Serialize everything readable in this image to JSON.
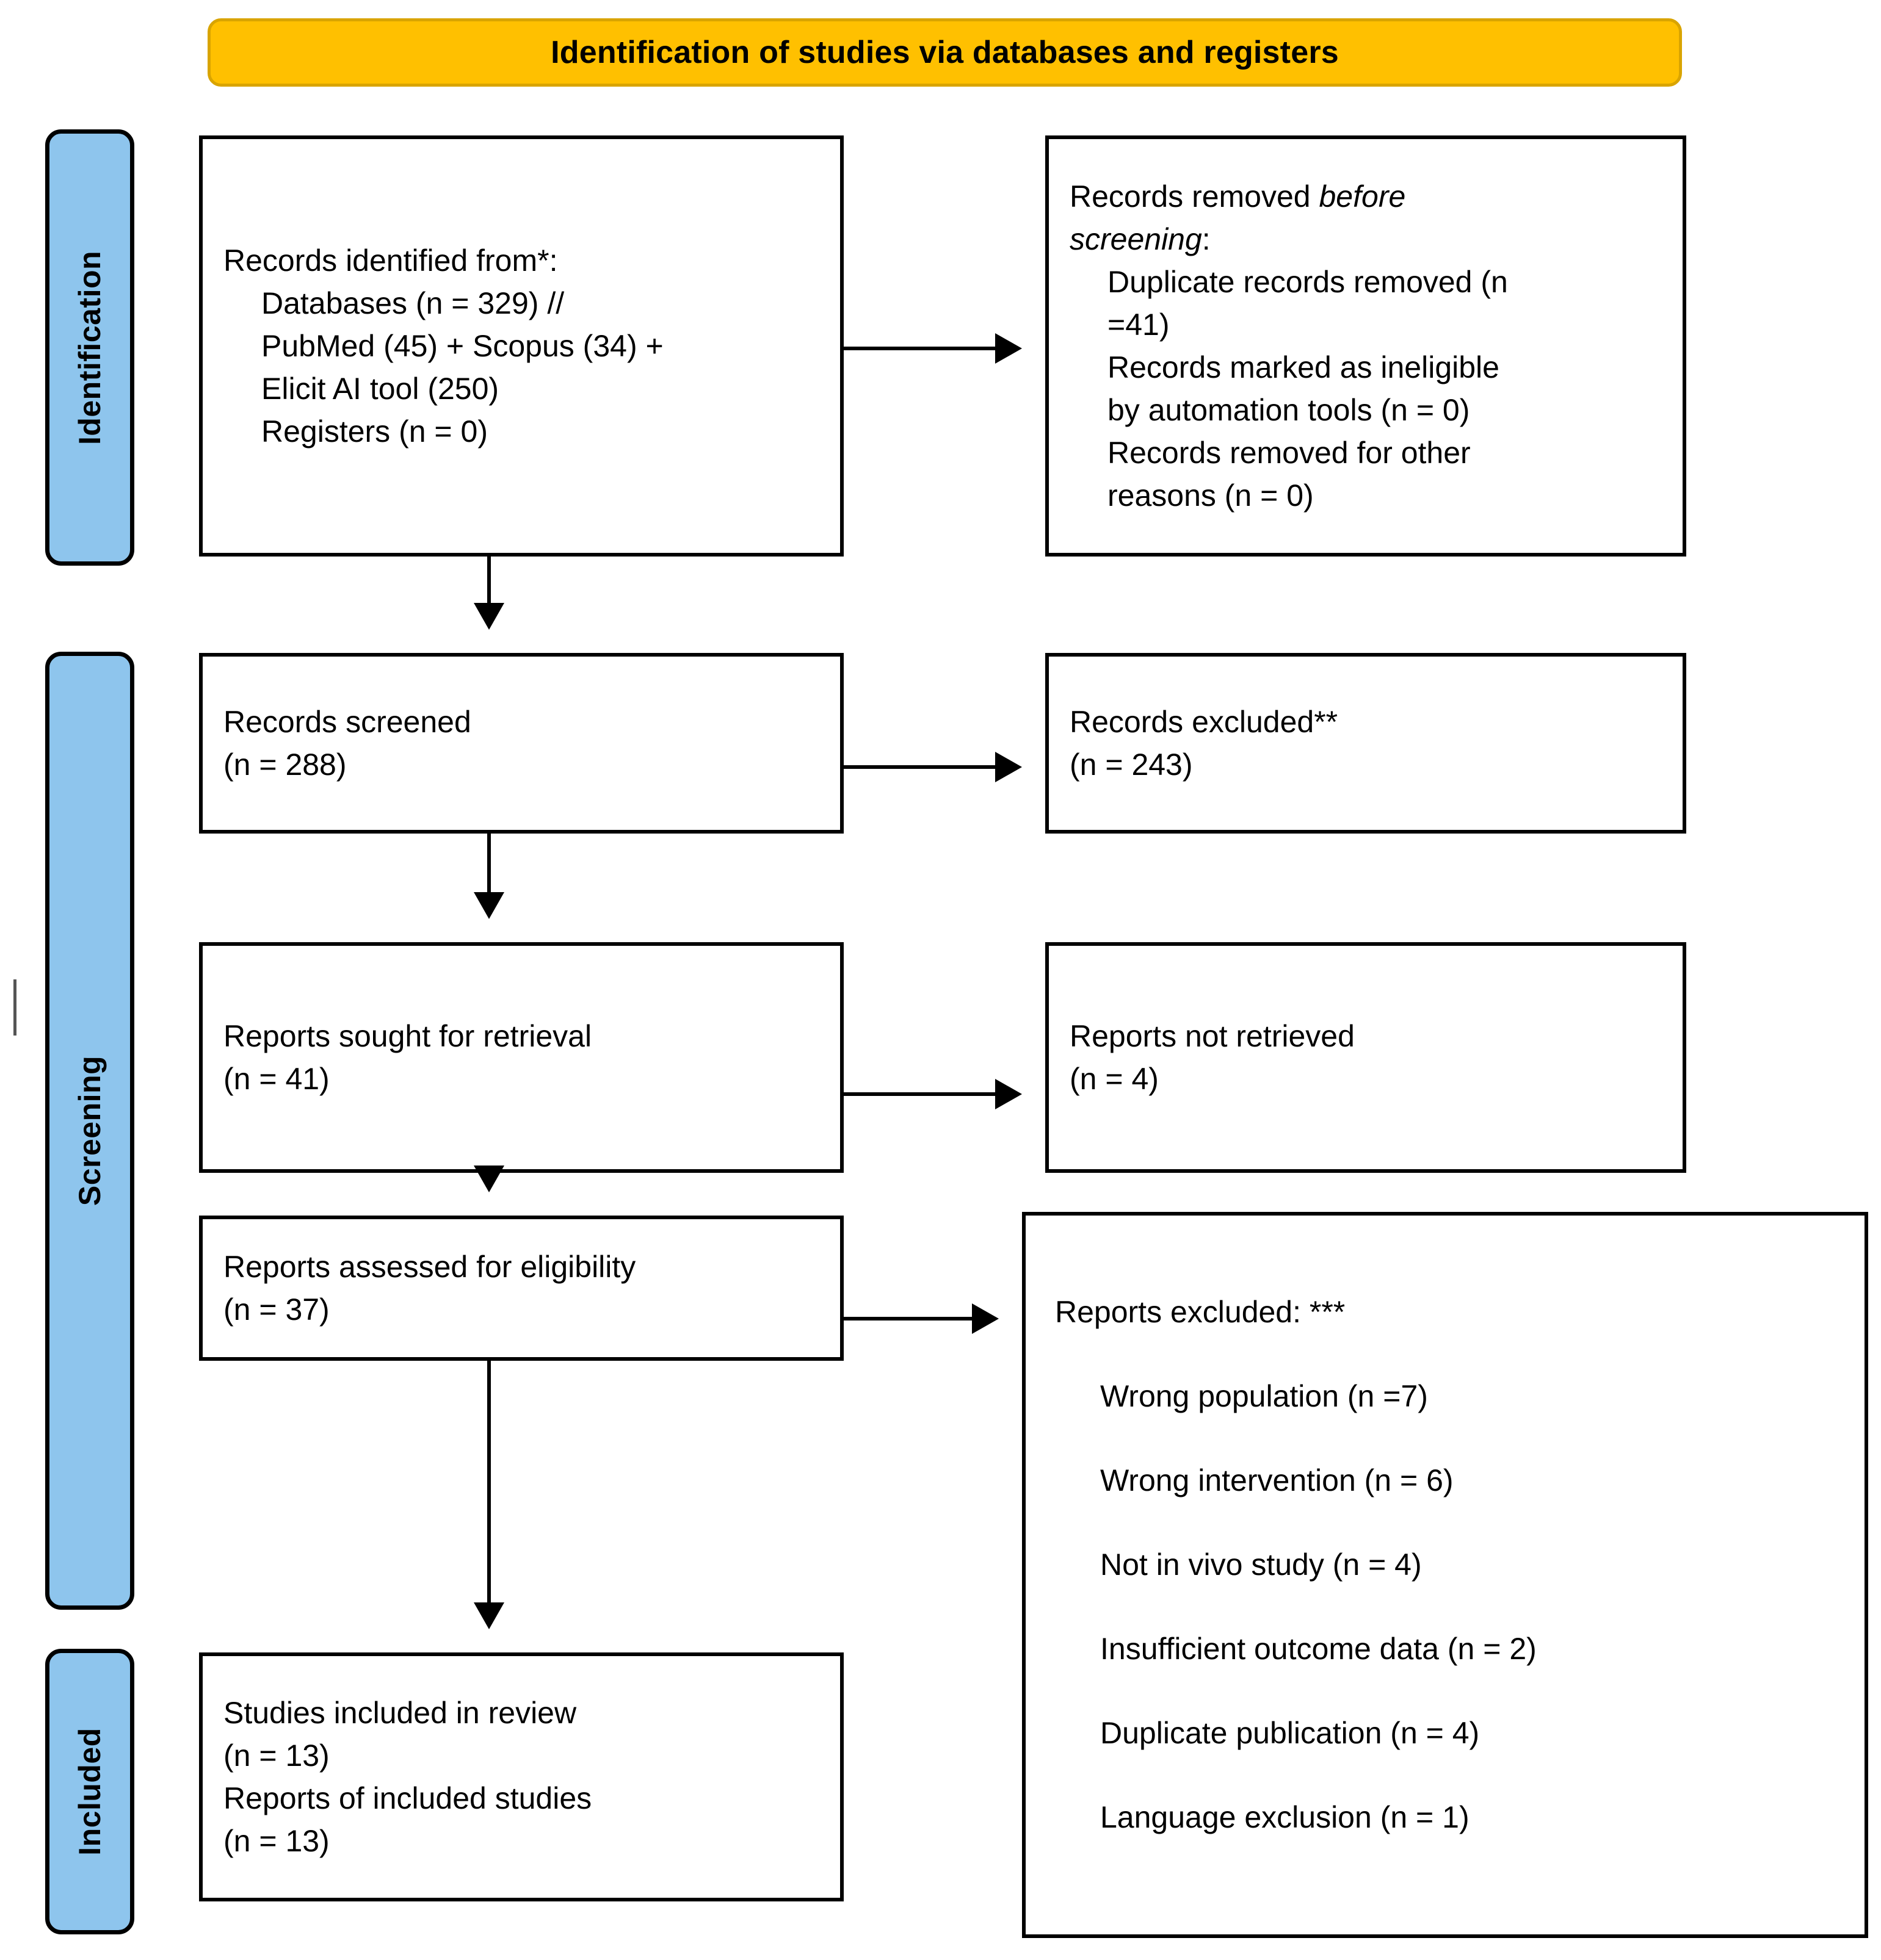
{
  "header": {
    "title": "Identification of studies via databases and registers",
    "background_color": "#FFC000",
    "border_color": "#D9A400"
  },
  "phases": {
    "bar_color": "#8EC5ED",
    "identification": "Identification",
    "screening": "Screening",
    "included": "Included"
  },
  "boxes": {
    "identified": {
      "title": "Records identified from*:",
      "items": [
        "Databases (n = 329) //",
        "PubMed (45) + Scopus (34) +",
        "Elicit AI tool (250)",
        "Registers (n = 0)"
      ]
    },
    "removed_before_screening": {
      "title_prefix": "Records removed ",
      "title_italic": "before",
      "title_italic_2": "screening",
      "title_suffix": ":",
      "items": [
        "Duplicate records removed (n",
        "=41)",
        "Records marked as ineligible",
        "by automation tools (n = 0)",
        "Records removed for other",
        "reasons (n = 0)"
      ]
    },
    "records_screened": {
      "title": "Records screened",
      "count": "(n = 288)"
    },
    "records_excluded": {
      "title": "Records excluded**",
      "count": "(n = 243)"
    },
    "reports_sought": {
      "title": "Reports sought for retrieval",
      "count": "(n = 41)"
    },
    "reports_not_retrieved": {
      "title": "Reports not retrieved",
      "count": "(n = 4)"
    },
    "reports_assessed": {
      "title": "Reports assessed for eligibility",
      "count": "(n = 37)"
    },
    "reports_excluded": {
      "title": "Reports excluded: ***",
      "reasons": [
        "Wrong population (n =7)",
        "Wrong intervention (n = 6)",
        "Not in vivo study (n = 4)",
        "Insufficient outcome data (n = 2)",
        "Duplicate publication (n = 4)",
        "Language exclusion (n = 1)"
      ]
    },
    "studies_included": {
      "line1": "Studies included in review",
      "line2": "(n = 13)",
      "line3": "Reports of included studies",
      "line4": "(n = 13)"
    }
  },
  "chart_data": {
    "type": "diagram",
    "title": "Identification of studies via databases and registers",
    "diagram_kind": "PRISMA 2020 flow diagram",
    "phases": [
      "Identification",
      "Screening",
      "Included"
    ],
    "nodes": [
      {
        "id": "identified",
        "phase": "Identification",
        "label": "Records identified from*",
        "n": 329,
        "breakdown": {
          "Databases": 329,
          "PubMed": 45,
          "Scopus": 34,
          "Elicit AI tool": 250,
          "Registers": 0
        }
      },
      {
        "id": "removed_before_screening",
        "phase": "Identification",
        "label": "Records removed before screening",
        "breakdown": {
          "Duplicate records removed": 41,
          "Records marked as ineligible by automation tools": 0,
          "Records removed for other reasons": 0
        }
      },
      {
        "id": "records_screened",
        "phase": "Screening",
        "label": "Records screened",
        "n": 288
      },
      {
        "id": "records_excluded",
        "phase": "Screening",
        "label": "Records excluded**",
        "n": 243
      },
      {
        "id": "reports_sought",
        "phase": "Screening",
        "label": "Reports sought for retrieval",
        "n": 41
      },
      {
        "id": "reports_not_retrieved",
        "phase": "Screening",
        "label": "Reports not retrieved",
        "n": 4
      },
      {
        "id": "reports_assessed",
        "phase": "Screening",
        "label": "Reports assessed for eligibility",
        "n": 37
      },
      {
        "id": "reports_excluded",
        "phase": "Screening",
        "label": "Reports excluded: ***",
        "breakdown": {
          "Wrong population": 7,
          "Wrong intervention": 6,
          "Not in vivo study": 4,
          "Insufficient outcome data": 2,
          "Duplicate publication": 4,
          "Language exclusion": 1
        }
      },
      {
        "id": "studies_included",
        "phase": "Included",
        "label": "Studies included in review",
        "n": 13,
        "reports_of_included_studies": 13
      }
    ],
    "edges": [
      {
        "from": "identified",
        "to": "removed_before_screening"
      },
      {
        "from": "identified",
        "to": "records_screened"
      },
      {
        "from": "records_screened",
        "to": "records_excluded"
      },
      {
        "from": "records_screened",
        "to": "reports_sought"
      },
      {
        "from": "reports_sought",
        "to": "reports_not_retrieved"
      },
      {
        "from": "reports_sought",
        "to": "reports_assessed"
      },
      {
        "from": "reports_assessed",
        "to": "reports_excluded"
      },
      {
        "from": "reports_assessed",
        "to": "studies_included"
      }
    ]
  }
}
